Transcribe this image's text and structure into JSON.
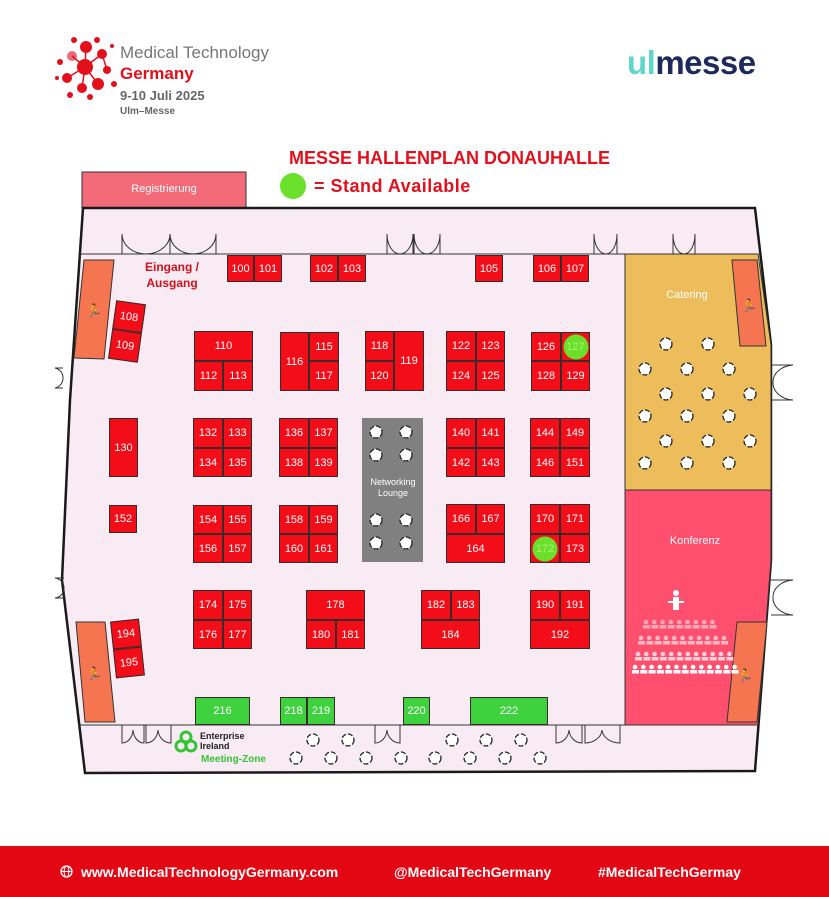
{
  "header": {
    "logo_line1": "Medical Technology",
    "logo_line2": "Germany",
    "dates": "9-10 Juli 2025",
    "venue": "Ulm–Messe",
    "partner_logo_part1": "ul",
    "partner_logo_part2": "messe"
  },
  "title": "MESSE HALLENPLAN DONAUHALLE",
  "legend": {
    "label": "= Stand Available",
    "color": "#6be02a"
  },
  "colors": {
    "booked": "#f30d19",
    "green_booth": "#3fd23f",
    "catering": "#ecbd5a",
    "konferenz": "#ff4f6f",
    "registrierung": "#f36a78",
    "exit": "#f47550",
    "lounge": "#808080",
    "footer": "#e30613"
  },
  "areas": {
    "registrierung": "Registrierung",
    "entrance": "Eingang / Ausgang",
    "catering": "Catering",
    "konferenz": "Konferenz",
    "lounge": "Networking Lounge",
    "meeting_logo_line1": "Enterprise",
    "meeting_logo_line2": "Ireland",
    "meeting_zone": "Meeting-Zone"
  },
  "booths": [
    {
      "number": "100",
      "status": "booked"
    },
    {
      "number": "101",
      "status": "booked"
    },
    {
      "number": "102",
      "status": "booked"
    },
    {
      "number": "103",
      "status": "booked"
    },
    {
      "number": "105",
      "status": "booked"
    },
    {
      "number": "106",
      "status": "booked"
    },
    {
      "number": "107",
      "status": "booked"
    },
    {
      "number": "108",
      "status": "booked"
    },
    {
      "number": "109",
      "status": "booked"
    },
    {
      "number": "110",
      "status": "booked"
    },
    {
      "number": "112",
      "status": "booked"
    },
    {
      "number": "113",
      "status": "booked"
    },
    {
      "number": "115",
      "status": "booked"
    },
    {
      "number": "116",
      "status": "booked"
    },
    {
      "number": "117",
      "status": "booked"
    },
    {
      "number": "118",
      "status": "booked"
    },
    {
      "number": "119",
      "status": "booked"
    },
    {
      "number": "120",
      "status": "booked"
    },
    {
      "number": "122",
      "status": "booked"
    },
    {
      "number": "123",
      "status": "booked"
    },
    {
      "number": "124",
      "status": "booked"
    },
    {
      "number": "125",
      "status": "booked"
    },
    {
      "number": "126",
      "status": "booked"
    },
    {
      "number": "127",
      "status": "available"
    },
    {
      "number": "128",
      "status": "booked"
    },
    {
      "number": "129",
      "status": "booked"
    },
    {
      "number": "130",
      "status": "booked"
    },
    {
      "number": "132",
      "status": "booked"
    },
    {
      "number": "133",
      "status": "booked"
    },
    {
      "number": "134",
      "status": "booked"
    },
    {
      "number": "135",
      "status": "booked"
    },
    {
      "number": "136",
      "status": "booked"
    },
    {
      "number": "137",
      "status": "booked"
    },
    {
      "number": "138",
      "status": "booked"
    },
    {
      "number": "139",
      "status": "booked"
    },
    {
      "number": "140",
      "status": "booked"
    },
    {
      "number": "141",
      "status": "booked"
    },
    {
      "number": "142",
      "status": "booked"
    },
    {
      "number": "143",
      "status": "booked"
    },
    {
      "number": "144",
      "status": "booked"
    },
    {
      "number": "149",
      "status": "booked"
    },
    {
      "number": "146",
      "status": "booked"
    },
    {
      "number": "151",
      "status": "booked"
    },
    {
      "number": "152",
      "status": "booked"
    },
    {
      "number": "154",
      "status": "booked"
    },
    {
      "number": "155",
      "status": "booked"
    },
    {
      "number": "156",
      "status": "booked"
    },
    {
      "number": "157",
      "status": "booked"
    },
    {
      "number": "158",
      "status": "booked"
    },
    {
      "number": "159",
      "status": "booked"
    },
    {
      "number": "160",
      "status": "booked"
    },
    {
      "number": "161",
      "status": "booked"
    },
    {
      "number": "166",
      "status": "booked"
    },
    {
      "number": "167",
      "status": "booked"
    },
    {
      "number": "164",
      "status": "booked"
    },
    {
      "number": "170",
      "status": "booked"
    },
    {
      "number": "171",
      "status": "booked"
    },
    {
      "number": "172",
      "status": "available"
    },
    {
      "number": "173",
      "status": "booked"
    },
    {
      "number": "174",
      "status": "booked"
    },
    {
      "number": "175",
      "status": "booked"
    },
    {
      "number": "176",
      "status": "booked"
    },
    {
      "number": "177",
      "status": "booked"
    },
    {
      "number": "178",
      "status": "booked"
    },
    {
      "number": "180",
      "status": "booked"
    },
    {
      "number": "181",
      "status": "booked"
    },
    {
      "number": "182",
      "status": "booked"
    },
    {
      "number": "183",
      "status": "booked"
    },
    {
      "number": "184",
      "status": "booked"
    },
    {
      "number": "190",
      "status": "booked"
    },
    {
      "number": "191",
      "status": "booked"
    },
    {
      "number": "192",
      "status": "booked"
    },
    {
      "number": "194",
      "status": "booked"
    },
    {
      "number": "195",
      "status": "booked"
    },
    {
      "number": "216",
      "status": "green"
    },
    {
      "number": "218",
      "status": "green"
    },
    {
      "number": "219",
      "status": "green"
    },
    {
      "number": "220",
      "status": "green"
    },
    {
      "number": "222",
      "status": "green"
    }
  ],
  "footer": {
    "website": "www.MedicalTechnologyGermany.com",
    "handle": "@MedicalTechGermany",
    "hashtag": "#MedicalTechGermay",
    "globe_icon": "globe-icon"
  }
}
